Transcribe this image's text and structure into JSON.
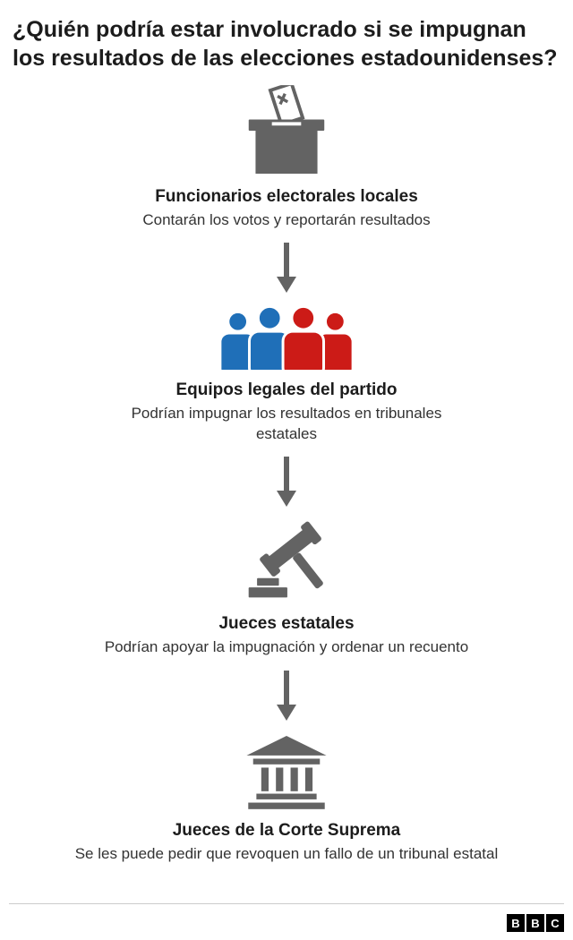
{
  "title": "¿Quién podría estar involucrado si se impugnan los resultados de las elecciones estadounidenses?",
  "steps": [
    {
      "icon": "ballot-box-icon",
      "title": "Funcionarios electorales locales",
      "desc": "Contarán los votos y reportarán resultados"
    },
    {
      "icon": "party-legal-teams-icon",
      "title": "Equipos legales del partido",
      "desc": "Podrían impugnar los resultados en tribunales estatales"
    },
    {
      "icon": "gavel-icon",
      "title": "Jueces estatales",
      "desc": "Podrían apoyar la impugnación y ordenar un recuento"
    },
    {
      "icon": "supreme-court-icon",
      "title": "Jueces de la Corte Suprema",
      "desc": "Se les puede pedir que revoquen un fallo de un tribunal estatal"
    }
  ],
  "footer": {
    "logo_letters": [
      "B",
      "B",
      "C"
    ]
  },
  "colors": {
    "icon_gray": "#636363",
    "dem_blue": "#1f6fb8",
    "rep_red": "#cc1b17",
    "text_dark": "#1c1c1c",
    "text_body": "#333333",
    "divider": "#cccccc"
  }
}
